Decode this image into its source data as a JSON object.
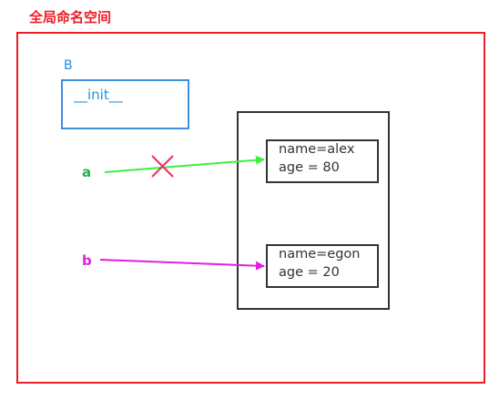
{
  "title": "全局命名空间",
  "class_b": {
    "label": "B",
    "attribute": "__init__"
  },
  "objects": [
    {
      "line1": "name=alex",
      "line2": "age = 80"
    },
    {
      "line1": "name=egon",
      "line2": "age = 20"
    }
  ],
  "variables": {
    "a": "a",
    "b": "b"
  },
  "colors": {
    "namespace_border": "#ee1c24",
    "class_color": "#1e90e0",
    "var_a_color": "#22b14c",
    "arrow_a_color": "#3cf03c",
    "var_b_color": "#e31ee3",
    "cross_color": "#e8306a",
    "object_border": "#333333"
  }
}
